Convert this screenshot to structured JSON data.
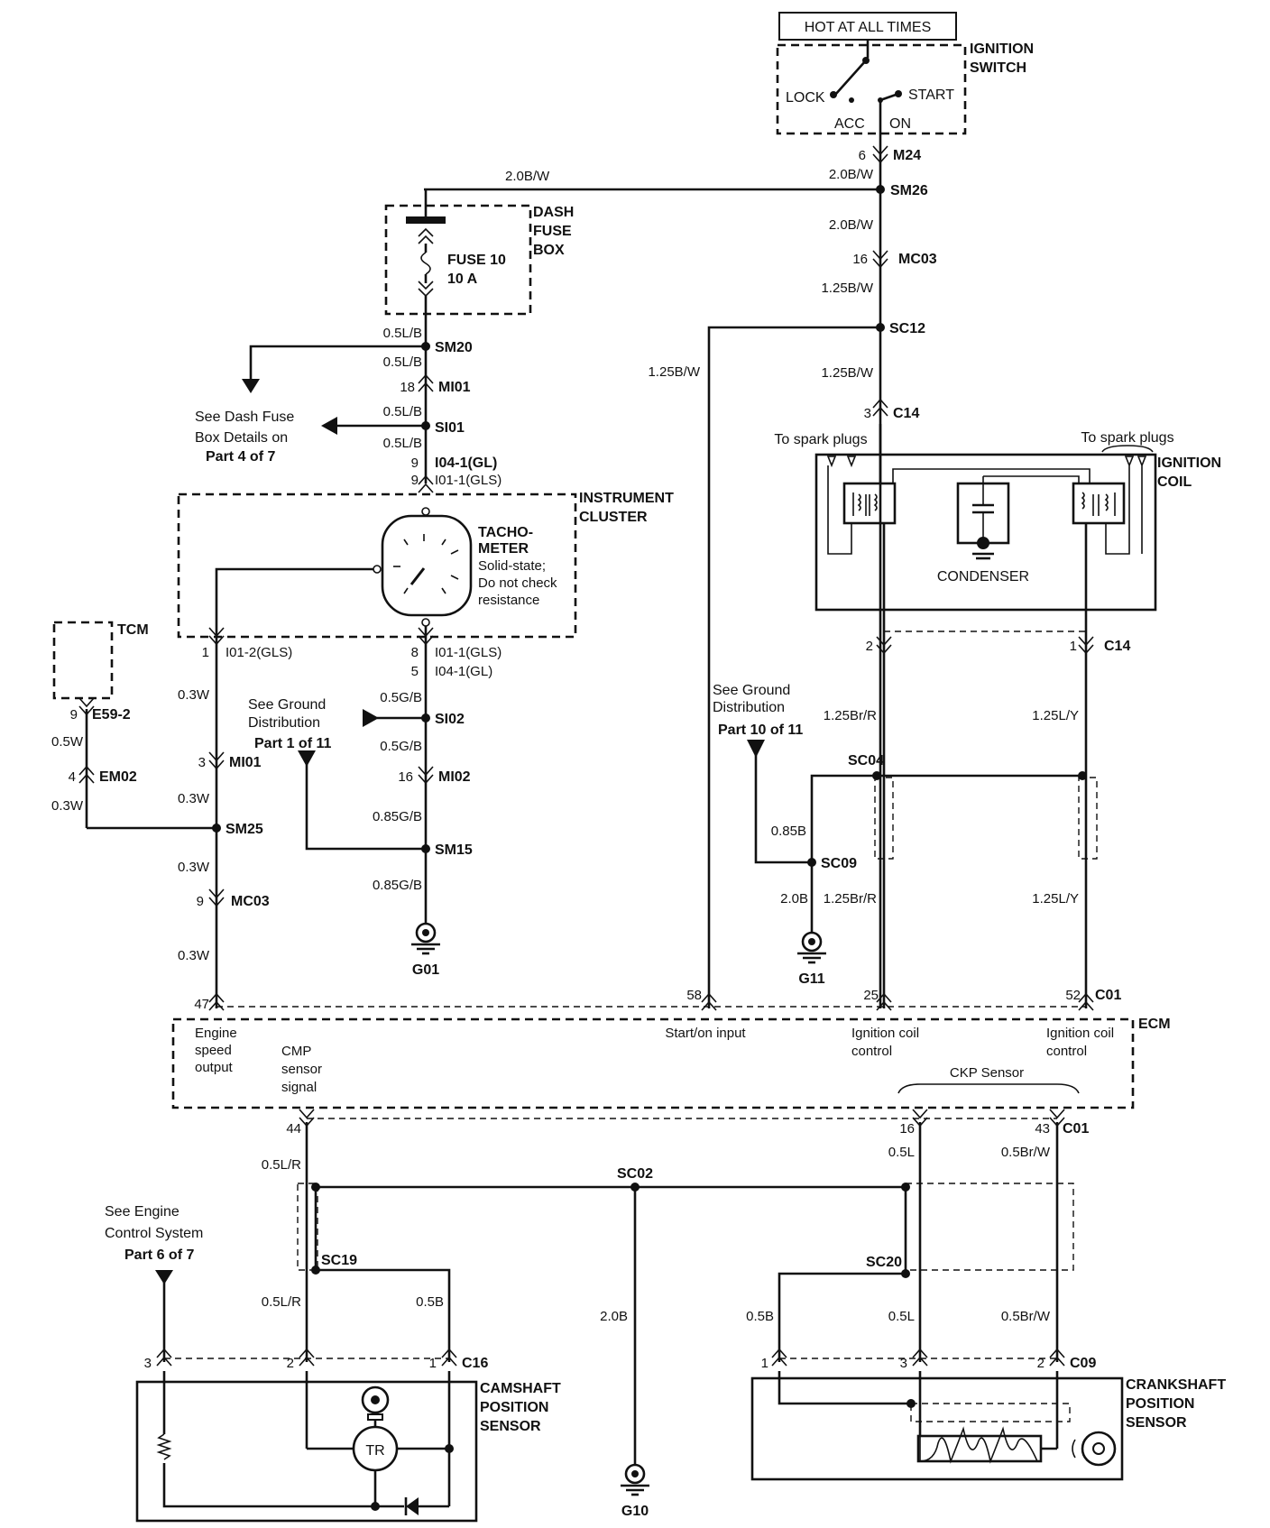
{
  "diagram": {
    "hot_label": "HOT AT ALL TIMES",
    "ignition_switch": {
      "name": "IGNITION",
      "name2": "SWITCH",
      "lock": "LOCK",
      "start": "START",
      "acc": "ACC",
      "on": "ON"
    },
    "dash_fuse_box": {
      "l1": "DASH",
      "l2": "FUSE",
      "l3": "BOX",
      "fuse": "FUSE 10",
      "rating": "10 A"
    },
    "connectors": {
      "m24": "M24",
      "m24_pin": "6",
      "sm26": "SM26",
      "mc03_top": "MC03",
      "mc03_top_pin": "16",
      "sc12": "SC12",
      "c14_top": "C14",
      "c14_top_pin": "3",
      "sm20": "SM20",
      "mi01_top": "MI01",
      "mi01_top_pin": "18",
      "si01": "SI01",
      "i04_top": "I04-1(GL)",
      "i04_top_pin": "9",
      "i01_top": "I01-1(GLS)",
      "i01_top_pin": "9",
      "i01_2": "I01-2(GLS)",
      "i01_2_pin": "1",
      "i01_1b": "I01-1(GLS)",
      "i01_1b_pin": "8",
      "i04_1b": "I04-1(GL)",
      "i04_1b_pin": "5",
      "si02": "SI02",
      "mi02": "MI02",
      "mi02_pin": "16",
      "sm15": "SM15",
      "mi01_low": "MI01",
      "mi01_low_pin": "3",
      "sm25": "SM25",
      "mc03_low": "MC03",
      "mc03_low_pin": "9",
      "e59": "E59-2",
      "e59_pin": "9",
      "em02": "EM02",
      "em02_pin": "4",
      "c14_low": "C14",
      "c14_low_pin2": "2",
      "c14_low_pin1": "1",
      "sc04": "SC04",
      "sc09": "SC09",
      "c01_top": "C01",
      "ecm_pin47": "47",
      "ecm_pin58": "58",
      "ecm_pin25": "25",
      "ecm_pin52": "52",
      "c01_bot": "C01",
      "ecm_pin44": "44",
      "ecm_pin16": "16",
      "ecm_pin43": "43",
      "sc02": "SC02",
      "sc19": "SC19",
      "sc20": "SC20",
      "c16": "C16",
      "c16_pin3": "3",
      "c16_pin2": "2",
      "c16_pin1": "1",
      "c09": "C09",
      "c09_pin1": "1",
      "c09_pin3": "3",
      "c09_pin2": "2"
    },
    "wires": {
      "bw20_left": "2.0B/W",
      "bw20_right": "2.0B/W",
      "bw20_b": "2.0B/W",
      "bw125_a": "1.25B/W",
      "bw125_b": "1.25B/W",
      "bw125_left": "1.25B/W",
      "lb_a": "0.5L/B",
      "lb_b": "0.5L/B",
      "lb_c": "0.5L/B",
      "lb_d": "0.5L/B",
      "w03_a": "0.3W",
      "w03_b": "0.3W",
      "w03_c": "0.3W",
      "w03_d": "0.3W",
      "w05_tcm": "0.5W",
      "w03_tcm": "0.3W",
      "gb05_a": "0.5G/B",
      "gb05_b": "0.5G/B",
      "gb085_a": "0.85G/B",
      "gb085_b": "0.85G/B",
      "brr_a": "1.25Br/R",
      "brr_b": "1.25Br/R",
      "ly_a": "1.25L/Y",
      "ly_b": "1.25L/Y",
      "b085": "0.85B",
      "b20": "2.0B",
      "lr_a": "0.5L/R",
      "lr_b": "0.5L/R",
      "b05_cmp": "0.5B",
      "l05_a": "0.5L",
      "l05_b": "0.5L",
      "brw_a": "0.5Br/W",
      "brw_b": "0.5Br/W",
      "b05_ckp": "0.5B",
      "g10_wire": "2.0B"
    },
    "refs": {
      "dash_fuse": {
        "l1": "See Dash Fuse",
        "l2": "Box Details on",
        "l3": "Part 4 of 7"
      },
      "ground1": {
        "l1": "See Ground",
        "l2": "Distribution",
        "l3": "Part 1 of 11"
      },
      "ground10": {
        "l1": "See Ground",
        "l2": "Distribution",
        "l3": "Part 10 of 11"
      },
      "engine_ctrl": {
        "l1": "See Engine",
        "l2": "Control System",
        "l3": "Part 6 of 7"
      }
    },
    "instrument_cluster": {
      "l1": "INSTRUMENT",
      "l2": "CLUSTER"
    },
    "tachometer": {
      "l1": "TACHO-",
      "l2": "METER",
      "l3": "Solid-state;",
      "l4": "Do not check",
      "l5": "resistance"
    },
    "tcm": "TCM",
    "ignition_coil": {
      "l1": "IGNITION",
      "l2": "COIL",
      "spark_left": "To spark plugs",
      "spark_right": "To spark plugs",
      "condenser": "CONDENSER"
    },
    "grounds": {
      "g01": "G01",
      "g11": "G11",
      "g10": "G10"
    },
    "ecm": {
      "name": "ECM",
      "engine_speed": {
        "l1": "Engine",
        "l2": "speed",
        "l3": "output"
      },
      "cmp": {
        "l1": "CMP",
        "l2": "sensor",
        "l3": "signal"
      },
      "start_on": "Start/on input",
      "coil_ctrl_a": {
        "l1": "Ignition coil",
        "l2": "control"
      },
      "coil_ctrl_b": {
        "l1": "Ignition coil",
        "l2": "control"
      },
      "ckp": "CKP Sensor"
    },
    "camshaft_sensor": {
      "l1": "CAMSHAFT",
      "l2": "POSITION",
      "l3": "SENSOR",
      "tr": "TR"
    },
    "crankshaft_sensor": {
      "l1": "CRANKSHAFT",
      "l2": "POSITION",
      "l3": "SENSOR"
    }
  }
}
